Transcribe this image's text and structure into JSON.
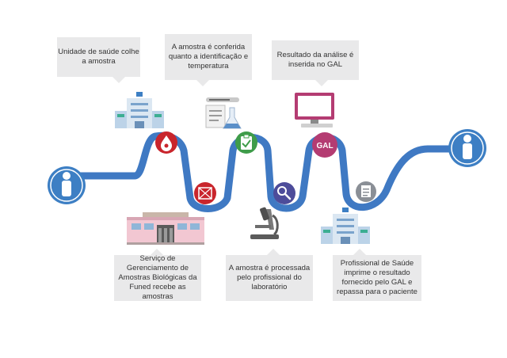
{
  "callouts": {
    "top1": "Unidade de saúde colhe a amostra",
    "top2": "A amostra é conferida quanto a identificação e temperatura",
    "top3": "Resultado da análise é inserida no GAL",
    "bottom1": "Serviço de Gerenciamento de Amostras Biológicas da Funed recebe as amostras",
    "bottom2": "A amostra é processada pelo profissional do laboratório",
    "bottom3": "Profissional de Saúde imprime o resultado fornecido pelo GAL e repassa para o paciente"
  },
  "badges": {
    "gal": "GAL"
  },
  "colors": {
    "path": "#3f79c3",
    "person": "#3d7fc4",
    "callout_bg": "#e9e9ea",
    "badge_red": "#c9252c",
    "badge_green": "#3f9c4a",
    "badge_purple": "#4d4c9a",
    "badge_magenta": "#b43c72",
    "badge_gray": "#8a8f96"
  },
  "icons": [
    "person-start-icon",
    "clinic-building-icon",
    "lab-documents-icon",
    "monitor-icon",
    "blood-drop-icon",
    "clipboard-check-icon",
    "gal-badge-icon",
    "biohazard-box-icon",
    "magnifier-icon",
    "document-icon",
    "funed-building-icon",
    "microscope-icon",
    "clinic-building-2-icon",
    "person-end-icon"
  ]
}
